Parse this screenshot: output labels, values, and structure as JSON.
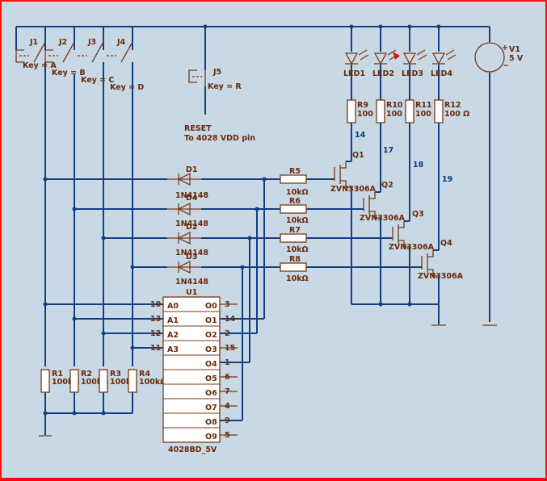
{
  "switches": [
    {
      "ref": "J1",
      "key": "Key = A"
    },
    {
      "ref": "J2",
      "key": "Key = B"
    },
    {
      "ref": "J3",
      "key": "Key = C"
    },
    {
      "ref": "J4",
      "key": "Key = D"
    },
    {
      "ref": "J5",
      "key": "Key = R"
    }
  ],
  "reset_note": {
    "line1": "RESET",
    "line2": "To 4028 VDD pin"
  },
  "source": {
    "ref": "V1",
    "value": "5 V",
    "plus": "+",
    "minus": "−"
  },
  "leds": [
    {
      "ref": "LED1",
      "lit": false
    },
    {
      "ref": "LED2",
      "lit": false
    },
    {
      "ref": "LED3",
      "lit": true
    },
    {
      "ref": "LED4",
      "lit": false
    }
  ],
  "led_resistors": [
    {
      "ref": "R9",
      "value": "100 Ω"
    },
    {
      "ref": "R10",
      "value": "100 Ω"
    },
    {
      "ref": "R11",
      "value": "100 Ω"
    },
    {
      "ref": "R12",
      "value": "100 Ω"
    }
  ],
  "net_labels": [
    "14",
    "17",
    "18",
    "19"
  ],
  "transistors": [
    {
      "ref": "Q1",
      "part": "ZVN3306A"
    },
    {
      "ref": "Q2",
      "part": "ZVN3306A"
    },
    {
      "ref": "Q3",
      "part": "ZVN3306A"
    },
    {
      "ref": "Q4",
      "part": "ZVN3306A"
    }
  ],
  "diodes": [
    {
      "ref": "D1",
      "part": "1N4148"
    },
    {
      "ref": "D4",
      "part": "1N4148"
    },
    {
      "ref": "D2",
      "part": "1N4148"
    },
    {
      "ref": "D3",
      "part": "1N4148"
    }
  ],
  "gate_resistors": [
    {
      "ref": "R5",
      "value": "10kΩ"
    },
    {
      "ref": "R6",
      "value": "10kΩ"
    },
    {
      "ref": "R7",
      "value": "10kΩ"
    },
    {
      "ref": "R8",
      "value": "10kΩ"
    }
  ],
  "pulldowns": [
    {
      "ref": "R1",
      "value": "100kΩ"
    },
    {
      "ref": "R2",
      "value": "100kΩ"
    },
    {
      "ref": "R3",
      "value": "100kΩ"
    },
    {
      "ref": "R4",
      "value": "100kΩ"
    }
  ],
  "ic": {
    "ref": "U1",
    "part": "4028BD_5V",
    "inputs": [
      {
        "pin": "10",
        "name": "A0"
      },
      {
        "pin": "13",
        "name": "A1"
      },
      {
        "pin": "12",
        "name": "A2"
      },
      {
        "pin": "11",
        "name": "A3"
      }
    ],
    "outputs": [
      {
        "pin": "3",
        "name": "O0"
      },
      {
        "pin": "14",
        "name": "O1"
      },
      {
        "pin": "2",
        "name": "O2"
      },
      {
        "pin": "15",
        "name": "O3"
      },
      {
        "pin": "1",
        "name": "O4"
      },
      {
        "pin": "6",
        "name": "O5"
      },
      {
        "pin": "7",
        "name": "O6"
      },
      {
        "pin": "4",
        "name": "O7"
      },
      {
        "pin": "9",
        "name": "O8"
      },
      {
        "pin": "5",
        "name": "O9"
      }
    ]
  },
  "colors": {
    "wire": "#143e82",
    "component": "#7a3814",
    "background": "#c8d8e4",
    "border": "#ff1010",
    "led_lit": "#e01010"
  }
}
